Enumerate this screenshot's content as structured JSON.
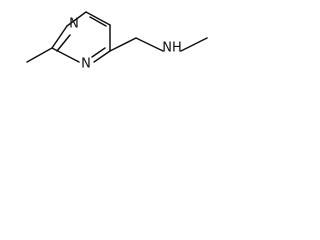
{
  "molecule": {
    "atoms": {
      "n1": "N",
      "n3": "N",
      "nh": "NH"
    }
  }
}
